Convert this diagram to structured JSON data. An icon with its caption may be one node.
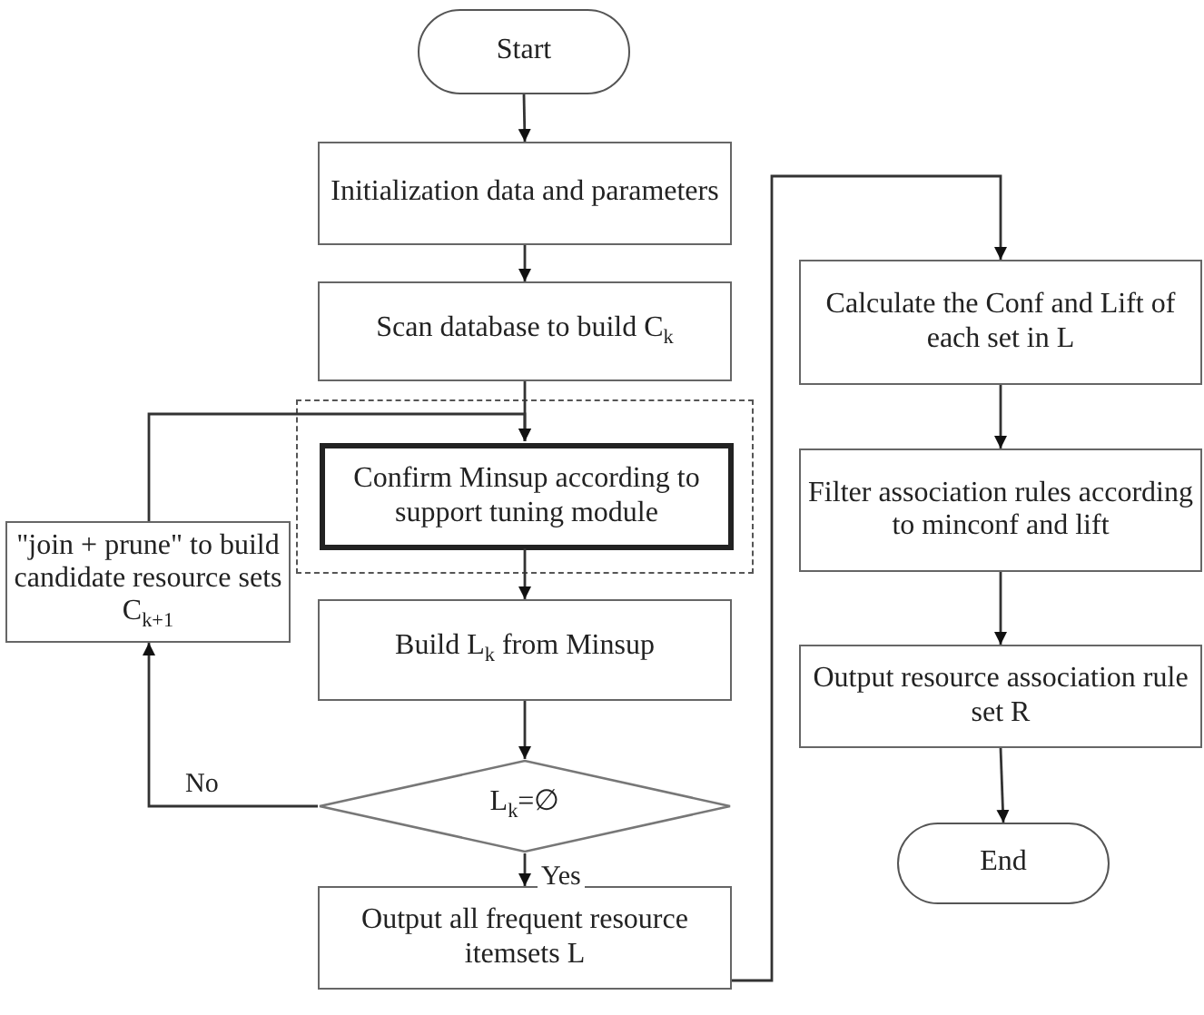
{
  "diagram": {
    "nodes": [
      {
        "text": [
          "Start"
        ]
      },
      {
        "text": [
          "Initialization data and parameters"
        ]
      },
      {
        "text": [
          "Scan database to build C$_{k}$"
        ]
      },
      {
        "text": [],
        "shape": "box"
      },
      {
        "text": [
          "Confirm Minsup according to support tuning module"
        ],
        "in": 3
      },
      {
        "text": [
          "\"join + prune\" to build candidate resource sets C$_{k+1}$"
        ]
      },
      {
        "text": [
          "Build L$_{k}$ from Minsup"
        ]
      },
      {
        "text": [
          "L$_{k}$=∅"
        ]
      },
      {
        "text": [
          "Output all frequent resource itemsets L"
        ]
      },
      {
        "text": [
          "Calculate the Conf and Lift of each set in L"
        ]
      },
      {
        "text": [
          "Filter association rules according to minconf and lift"
        ]
      },
      {
        "text": [
          "Output resource association rule set R"
        ]
      },
      {
        "text": [
          "End"
        ]
      }
    ],
    "edges": [
      {
        "from": 0,
        "to": 1,
        "arrow": "to"
      },
      {
        "from": 1,
        "to": 2,
        "arrow": "to"
      },
      {
        "from": 2,
        "to": 4,
        "arrow": "to"
      },
      {
        "from": 4,
        "to": 6,
        "arrow": "to"
      },
      {
        "from": 6,
        "to": 7,
        "arrow": "to"
      },
      {
        "from": 7,
        "to": 5,
        "arrow": "to",
        "label": "No"
      },
      {
        "from": 5,
        "to": 4,
        "arrow": "to"
      },
      {
        "from": 7,
        "to": 8,
        "arrow": "to",
        "label": "Yes"
      },
      {
        "from": 8,
        "to": 9,
        "arrow": "to"
      },
      {
        "from": 9,
        "to": 10,
        "arrow": "to"
      },
      {
        "from": 10,
        "to": 11,
        "arrow": "to"
      },
      {
        "from": 11,
        "to": 12,
        "arrow": "to"
      }
    ]
  }
}
